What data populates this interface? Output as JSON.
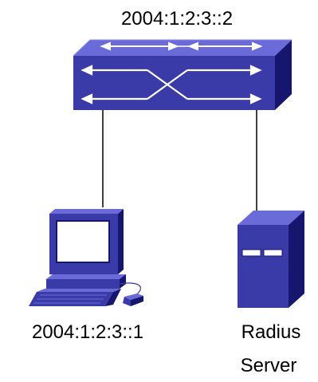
{
  "switch": {
    "address": "2004:1:2:3::2",
    "icon": "network-switch-icon"
  },
  "pc": {
    "address": "2004:1:2:3::1",
    "icon": "desktop-computer-icon"
  },
  "server": {
    "label_line1": "Radius",
    "label_line2": "Server",
    "icon": "server-tower-icon"
  },
  "links": [
    {
      "from": "switch",
      "to": "pc"
    },
    {
      "from": "switch",
      "to": "server"
    }
  ],
  "colors": {
    "device_face": "#3a3aa8",
    "device_top": "#6a6ad8",
    "device_side": "#16166e",
    "screen": "#ffffff",
    "arrows": "#ffffff",
    "links": "#000000",
    "text": "#000000"
  }
}
